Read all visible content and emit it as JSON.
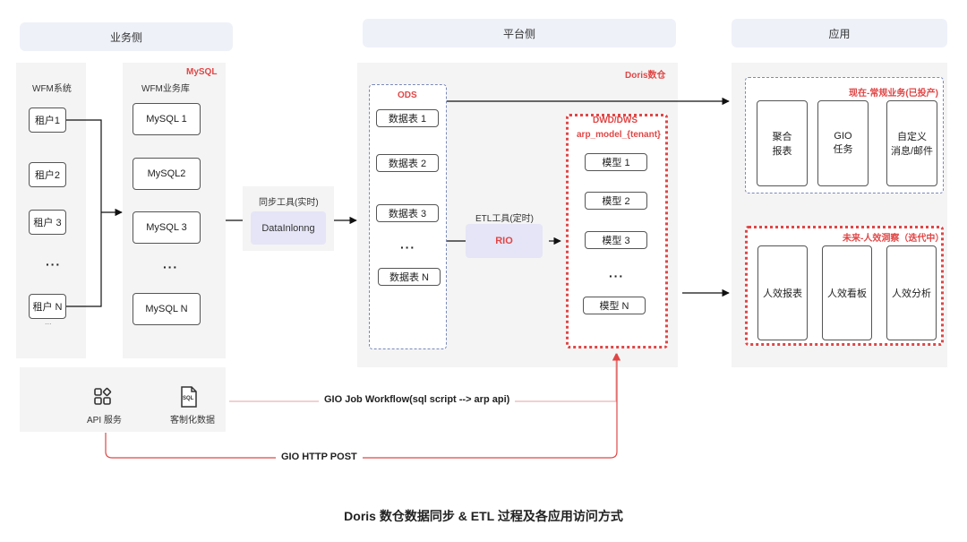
{
  "headers": {
    "business": "业务侧",
    "platform": "平台侧",
    "application": "应用"
  },
  "business": {
    "wfm_title": "WFM系统",
    "tenants": [
      "租户1",
      "租户2",
      "租户 3",
      "租户 N"
    ],
    "tenant_ellipsis": "···",
    "tenant_trailing": "...",
    "db_tag": "MySQL",
    "db_title": "WFM业务库",
    "mysql": [
      "MySQL 1",
      "MySQL2",
      "MySQL 3",
      "MySQL N"
    ],
    "mysql_ellipsis": "···",
    "api_label": "API 服务",
    "custom_label": "客制化数据",
    "sql_icon_text": "SQL"
  },
  "sync": {
    "title": "同步工具(实时)",
    "tool": "DataInlonng"
  },
  "platform": {
    "doris_tag": "Doris数仓",
    "ods_title": "ODS",
    "ods_tables": [
      "数据表 1",
      "数据表 2",
      "数据表 3",
      "数据表 N"
    ],
    "ods_ellipsis": "···",
    "etl_title": "ETL工具(定时)",
    "etl_tool": "RIO",
    "dwd_title": "DWD/DWS",
    "dwd_subtitle": "arp_model_{tenant}",
    "models": [
      "模型 1",
      "模型 2",
      "模型 3",
      "模型 N"
    ],
    "models_ellipsis": "···"
  },
  "application": {
    "current_title": "现在-常规业务(已投产)",
    "current_items": [
      {
        "line1": "聚合",
        "line2": "报表"
      },
      {
        "line1": "GIO",
        "line2": "任务"
      },
      {
        "line1": "自定义",
        "line2": "消息/邮件"
      }
    ],
    "future_title": "未来-人效洞察（迭代中）",
    "future_items": [
      "人效报表",
      "人效看板",
      "人效分析"
    ]
  },
  "flows": {
    "workflow": "GIO Job Workflow(sql script --> arp api)",
    "http": "GIO HTTP POST"
  },
  "caption": "Doris 数仓数据同步 & ETL 过程及各应用访问方式"
}
